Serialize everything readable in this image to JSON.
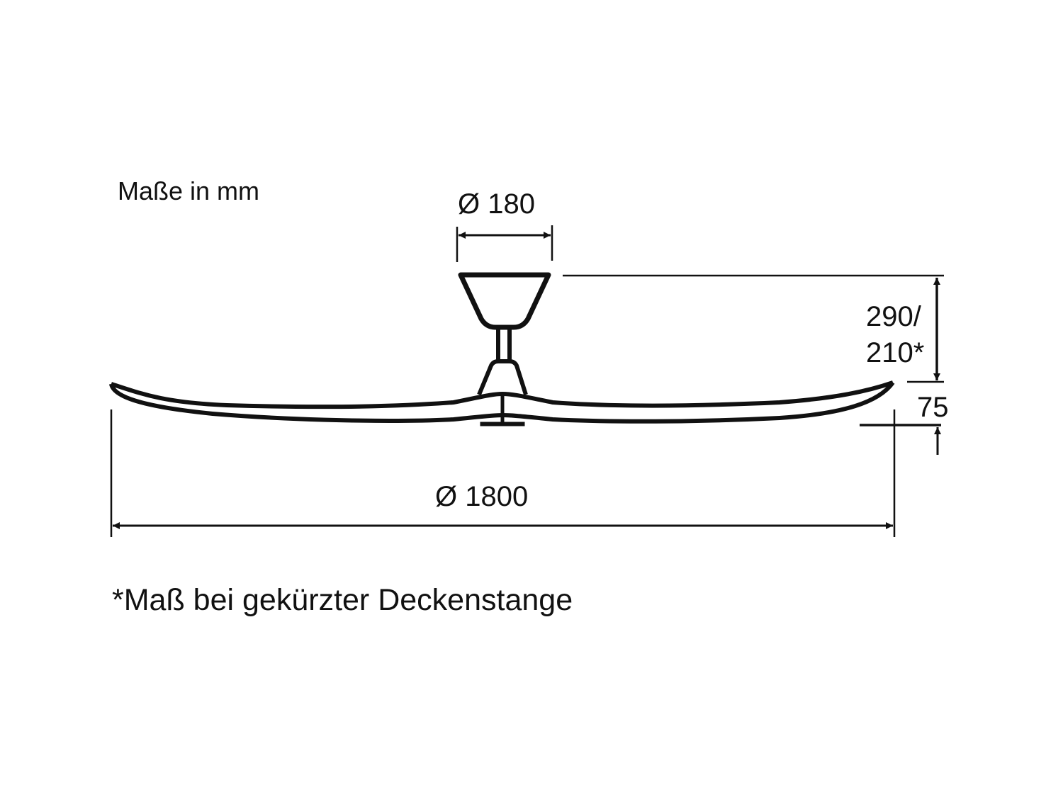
{
  "diagram": {
    "title": "Ceiling fan dimension drawing",
    "units_note": "Maße in mm",
    "footnote": "*Maß bei gekürzter Deckenstange",
    "dimensions": {
      "canopy_diameter": "Ø 180",
      "blade_span_diameter": "Ø 1800",
      "height_line1": "290/",
      "height_line2": "210*",
      "blade_height": "75"
    },
    "values_mm": {
      "canopy_diameter": 180,
      "blade_span_diameter": 1800,
      "height_standard": 290,
      "height_shortened_rod": 210,
      "blade_height": 75
    },
    "colors": {
      "line": "#111111",
      "background": "#ffffff"
    }
  }
}
